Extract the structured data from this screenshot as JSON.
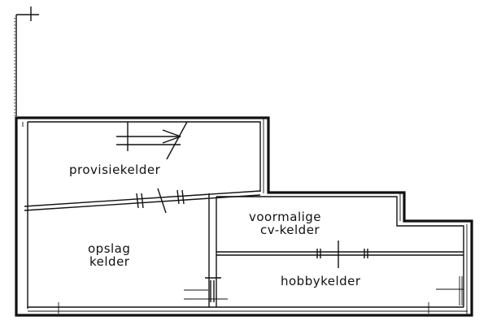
{
  "rooms": {
    "provisiekelder": "provisiekelder",
    "voormalige_line1": "voormalige",
    "voormalige_line2": "cv-kelder",
    "opslag_line1": "opslag",
    "opslag_line2": "kelder",
    "hobbykelder": "hobbykelder"
  }
}
